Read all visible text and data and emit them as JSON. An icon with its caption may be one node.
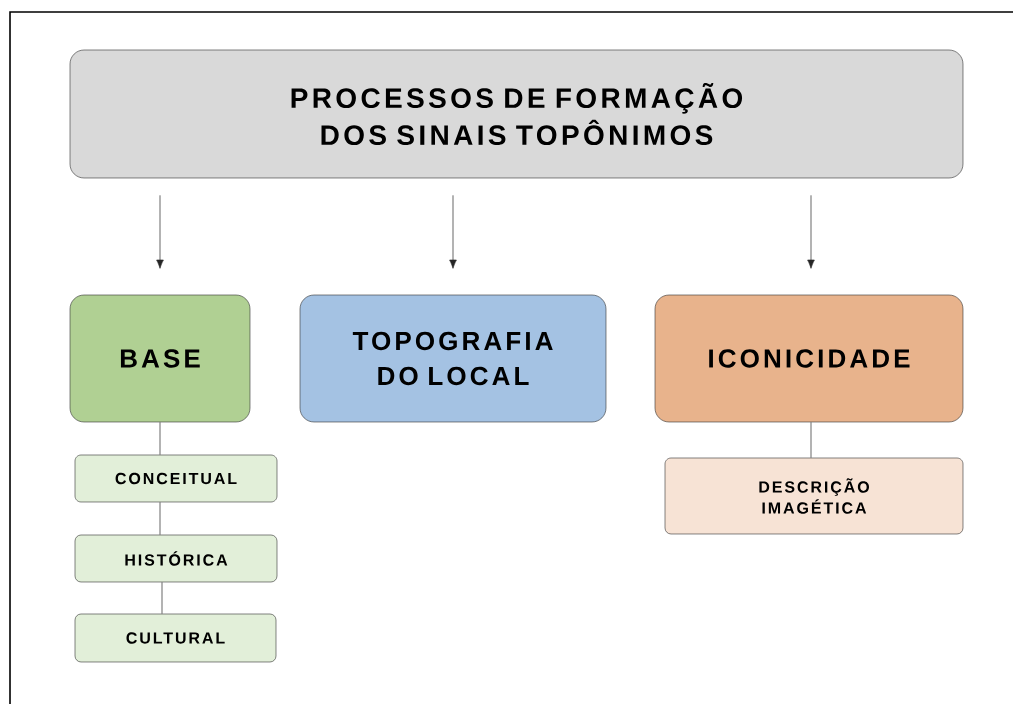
{
  "diagram": {
    "nodes": [
      {
        "text": [
          "PROCESSOS DE FORMAÇÃO DOS SINAIS TOPÔNIMOS"
        ]
      },
      {
        "text": [
          "BASE"
        ]
      },
      {
        "text": [
          "TOPOGRAFIA DO LOCAL"
        ]
      },
      {
        "text": [
          "ICONICIDADE"
        ]
      },
      {
        "text": [
          "CONCEITUAL"
        ]
      },
      {
        "text": [
          "HISTÓRICA"
        ]
      },
      {
        "text": [
          "CULTURAL"
        ]
      },
      {
        "text": [
          "DESCRIÇÃO IMAGÉTICA"
        ]
      }
    ],
    "edges": [
      {
        "from": 0,
        "to": 1,
        "arrow": "to"
      },
      {
        "from": 0,
        "to": 2,
        "arrow": "to"
      },
      {
        "from": 0,
        "to": 3,
        "arrow": "to"
      },
      {
        "from": 1,
        "to": 4,
        "arrow": "none"
      },
      {
        "from": 4,
        "to": 5,
        "arrow": "none"
      },
      {
        "from": 5,
        "to": 6,
        "arrow": "none"
      },
      {
        "from": 3,
        "to": 7,
        "arrow": "none"
      }
    ]
  }
}
